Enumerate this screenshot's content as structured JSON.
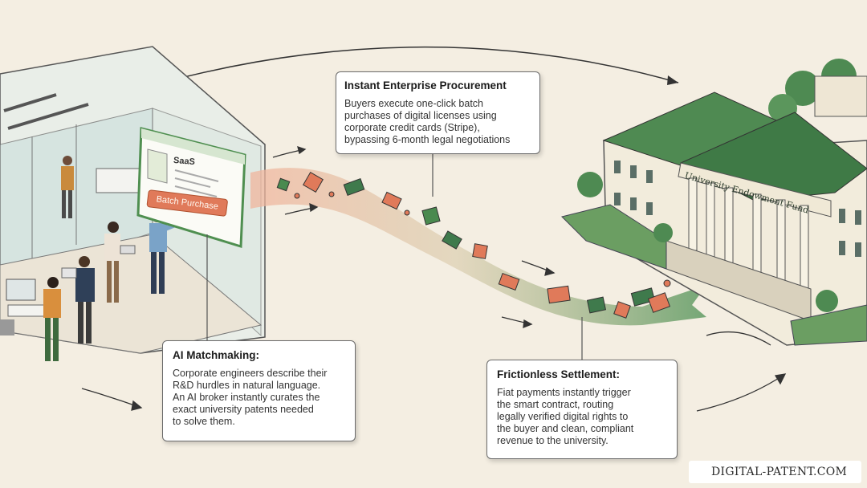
{
  "procurement": {
    "title": "Instant Enterprise Procurement",
    "body": "Buyers execute one-click batch\npurchases of digital licenses using\ncorporate credit cards (Stripe),\nbypassing 6-month legal negotiations"
  },
  "matchmaking": {
    "title": "AI Matchmaking:",
    "body": "Corporate engineers describe their\nR&D hurdles in natural language.\nAn AI broker instantly curates the\nexact university patents needed\nto solve them."
  },
  "settlement": {
    "title": "Frictionless Settlement:",
    "body": "Fiat payments instantly trigger\nthe smart contract, routing\nlegally verified digital rights to\nthe buyer and clean, compliant\nrevenue to the university."
  },
  "monitor": {
    "app_label": "SaaS",
    "button_label": "Batch Purchase"
  },
  "building": {
    "sign": "University Endowment Fund"
  },
  "brand": {
    "label": "DIGITAL-PATENT.COM"
  },
  "colors": {
    "accent_orange": "#e07a5a",
    "accent_green": "#3f7a4c",
    "background": "#f4eee2"
  }
}
